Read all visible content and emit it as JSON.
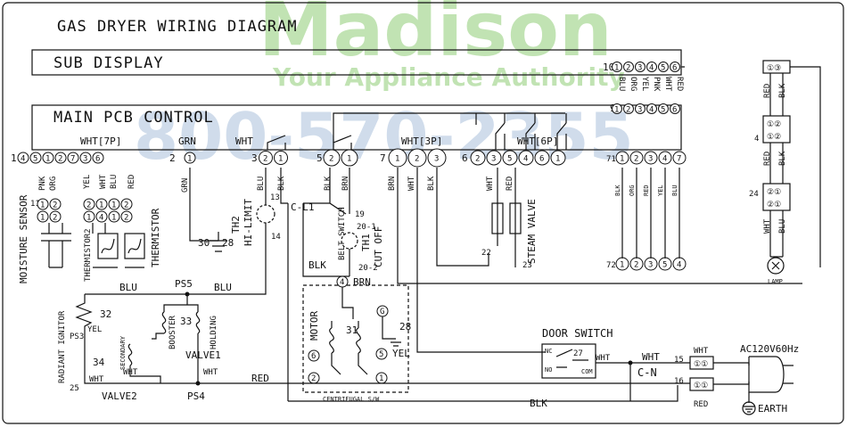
{
  "title": "GAS DRYER WIRING DIAGRAM",
  "watermark": {
    "brand": "Madison",
    "tagline": "Your Appliance Authority",
    "phone": "800-570-2355",
    "color": "#b7dfa6",
    "phone_color": "#c8d7e8"
  },
  "sections": {
    "sub_display": "SUB DISPLAY",
    "main_pcb": "MAIN PCB CONTROL"
  },
  "sub_display_connector": {
    "id": "10",
    "pins": [
      "1",
      "2",
      "3",
      "4",
      "5",
      "6"
    ],
    "wires": [
      "BLU",
      "ORG",
      "YEL",
      "PNK",
      "WHT",
      "RED"
    ],
    "main_id": "9"
  },
  "pcb_connectors": {
    "wht7p": {
      "label": "WHT[7P]",
      "id": "1",
      "pins": [
        "4",
        "5",
        "1",
        "2",
        "7",
        "3",
        "6"
      ]
    },
    "grn": {
      "label": "GRN",
      "id": "2",
      "pins": [
        "1"
      ],
      "wire": "GRN"
    },
    "c3": {
      "label": "WHT",
      "id": "3",
      "pins": [
        "2",
        "1"
      ],
      "wires": [
        "BLU",
        "BLK"
      ]
    },
    "c5": {
      "id": "5",
      "pins": [
        "2",
        "1"
      ],
      "wires": [
        "BLK",
        "BRN"
      ]
    },
    "wht3p": {
      "label": "WHT[3P]",
      "id": "7",
      "pins": [
        "1",
        "2",
        "3"
      ],
      "wires": [
        "BRN",
        "WHT",
        "BLK"
      ]
    },
    "wht6p": {
      "label": "WHT[6P]",
      "id": "6",
      "pins": [
        "2",
        "3",
        "5",
        "4",
        "6",
        "1"
      ],
      "wires": [
        "WHT",
        "RED"
      ]
    },
    "c71": {
      "id": "71",
      "pins": [
        "1",
        "2",
        "3",
        "4",
        "7"
      ],
      "wires": [
        "BLK",
        "ORG",
        "RED",
        "YEL",
        "BLU"
      ]
    },
    "c72": {
      "id": "72",
      "pins": [
        "1",
        "2",
        "3",
        "5",
        "4"
      ]
    }
  },
  "left_wires": {
    "moisture": [
      "PNK",
      "ORG"
    ],
    "thermistor": [
      "YEL",
      "WHT",
      "BLU",
      "RED"
    ]
  },
  "connectors_11": {
    "id": "11",
    "row1": [
      "1",
      "2",
      "2",
      "1",
      "1",
      "2"
    ],
    "row2": [
      "1",
      "2",
      "1",
      "4",
      "1",
      "2"
    ]
  },
  "lamp_block": {
    "top_pins": [
      "1",
      "3"
    ],
    "top_wires": [
      "RED",
      "BLK"
    ],
    "c4_id": "4",
    "c4_pins": [
      "1",
      "2"
    ],
    "c4_wires": [
      "RED",
      "BLK"
    ],
    "c24_id": "24",
    "c24_pins": [
      "2",
      "1"
    ],
    "c24_wires": [
      "WHT",
      "BLU"
    ],
    "lamp": "LAMP"
  },
  "components": {
    "moisture_sensor": "MOISTURE SENSOR",
    "thermistor2": "THERMISTOR2",
    "thermistor": "THERMISTOR",
    "hi_limit": "HI-LIMIT",
    "th2": "TH2",
    "th1": "TH1",
    "cut_off": "CUT OFF",
    "belt_switch": "BELT SWITCH",
    "steam_valve": "STEAM VALVE",
    "motor": "MOTOR",
    "centrifugal": "CENTRIFUGAL S/W",
    "door_switch": "DOOR SWITCH",
    "radiant_ignitor": "RADIANT IGNITOR",
    "booster": "BOOSTER",
    "holding": "HOLDING",
    "valve1": "VALVE1",
    "valve2": "VALVE2",
    "secondary": "SECONDARY",
    "ac": "AC120V60Hz",
    "earth": "EARTH",
    "cl1": "C-L1",
    "cn": "C-N"
  },
  "numbers": {
    "n13": "13",
    "n14": "14",
    "n19": "19",
    "n20_1": "20-1",
    "n20_2": "20-2",
    "n22": "22",
    "n23": "23",
    "n30": "30",
    "n28": "28",
    "n28b": "28",
    "n31": "31",
    "n32": "32",
    "n33": "33",
    "n34": "34",
    "n27": "27",
    "n15": "15",
    "n16": "16",
    "n25": "25",
    "n4": "4",
    "n5": "5",
    "n6": "6",
    "n2": "2",
    "n1": "1",
    "g": "G",
    "ps3": "PS3",
    "ps4": "PS4",
    "ps5": "PS5",
    "nc": "NC",
    "no": "NO",
    "com": "COM"
  },
  "wire_labels": {
    "blu": "BLU",
    "blk": "BLK",
    "brn": "BRN",
    "wht": "WHT",
    "red": "RED",
    "yel": "YEL",
    "grn": "GRN"
  }
}
